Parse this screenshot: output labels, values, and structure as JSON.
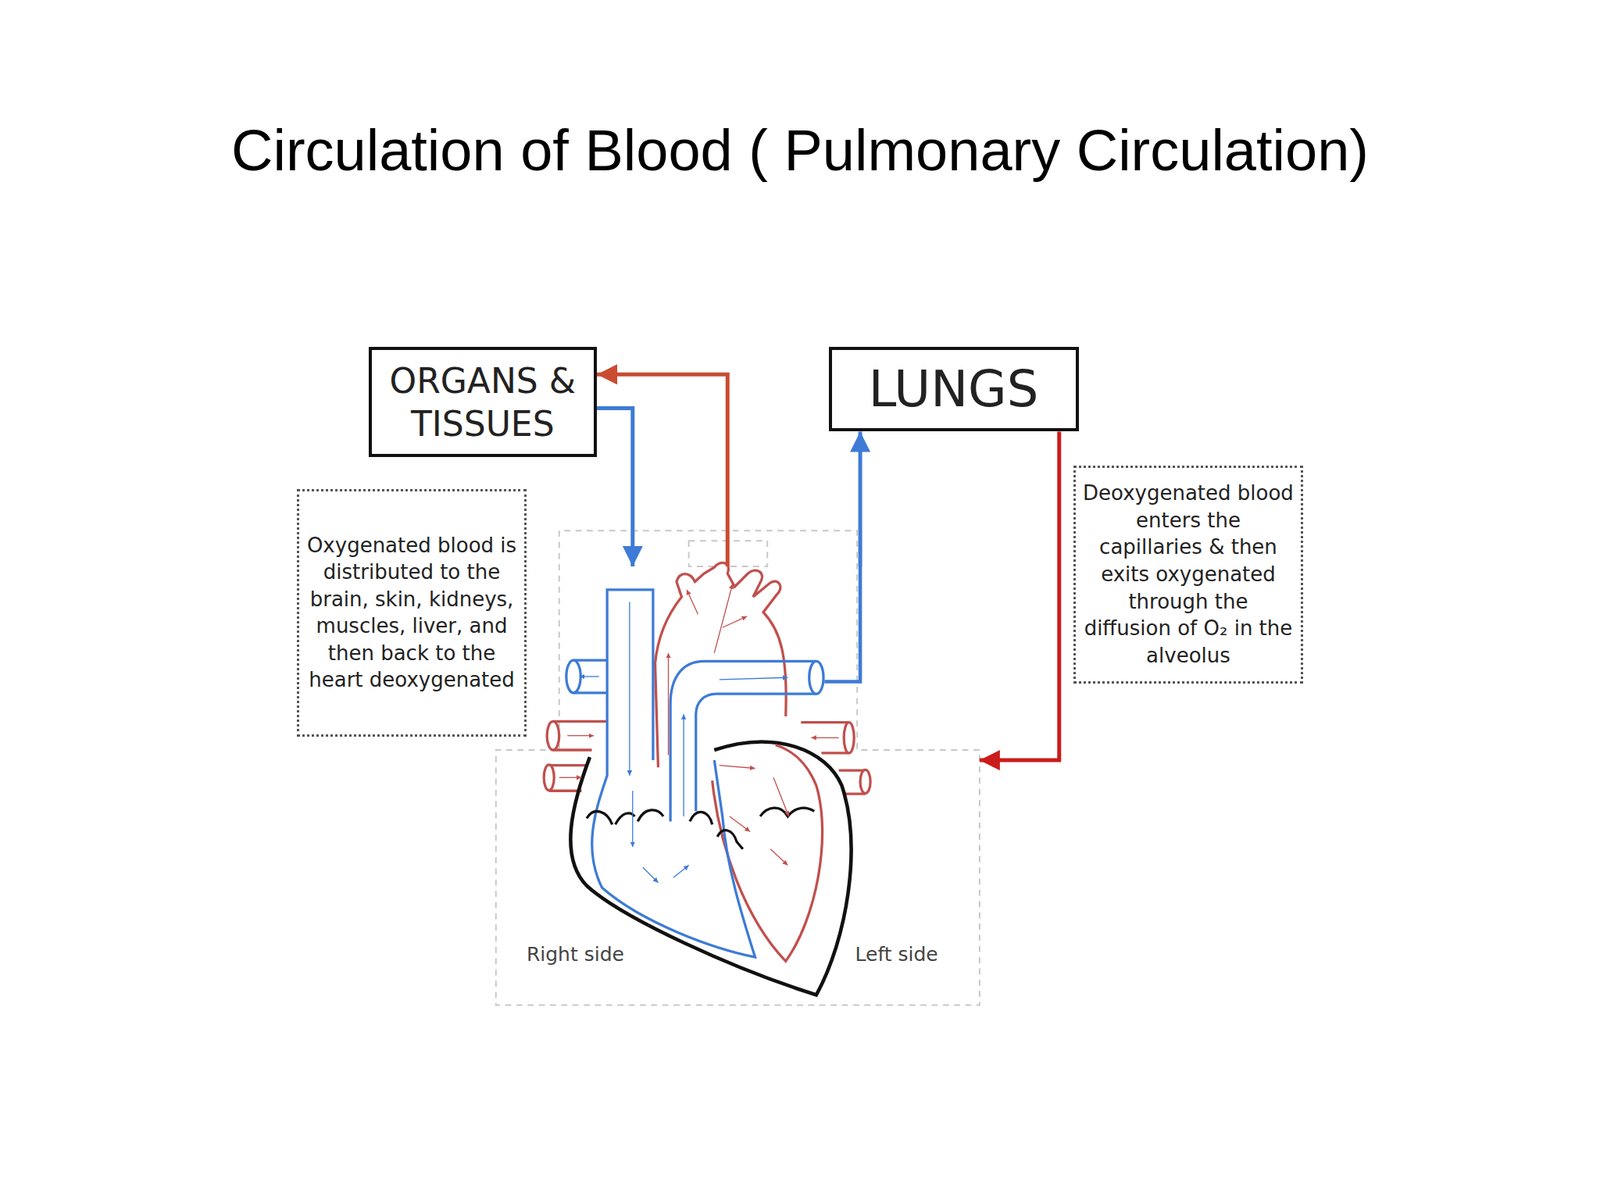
{
  "diagram": {
    "title": "Circulation of Blood ( Pulmonary Circulation)",
    "nodes": [
      {
        "text": [
          "ORGANS & TISSUES"
        ]
      },
      {
        "text": [
          "LUNGS"
        ]
      },
      {
        "text": [
          "Oxygenated blood is distributed to the brain, skin, kidneys, muscles, liver, and then back to the heart deoxygenated"
        ]
      },
      {
        "text": [
          "Deoxygenated blood enters the capillaries & then exits oxygenated through the diffusion of O₂ in the alveolus"
        ]
      },
      {
        "text": [
          "Right side",
          "Left side"
        ]
      }
    ],
    "edges": [
      {
        "from": 4,
        "to": 0,
        "arrow": "to"
      },
      {
        "from": 0,
        "to": 4,
        "arrow": "to"
      },
      {
        "from": 4,
        "to": 1,
        "arrow": "to"
      },
      {
        "from": 1,
        "to": 4,
        "arrow": "to"
      }
    ]
  }
}
